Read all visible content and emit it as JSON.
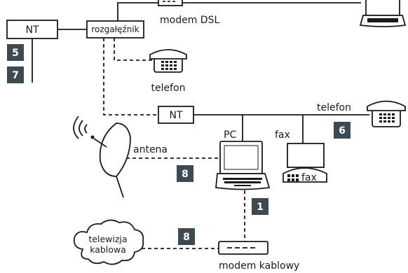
{
  "labels": {
    "nt_left": "NT",
    "splitter": "rozgałęźnik",
    "modem_dsl": "modem DSL",
    "phone_top": "telefon",
    "nt_center": "NT",
    "phone_right": "telefon",
    "pc": "PC",
    "fax_title": "fax",
    "fax_body": "fax",
    "antenna": "antena",
    "cable_tv_line1": "telewizja",
    "cable_tv_line2": "kablowa",
    "modem_cable": "modem kablowy"
  },
  "badges": [
    "5",
    "7",
    "6",
    "8",
    "8",
    "1"
  ],
  "colors": {
    "badge": "#3e4a52",
    "line": "#1a1a1a"
  }
}
